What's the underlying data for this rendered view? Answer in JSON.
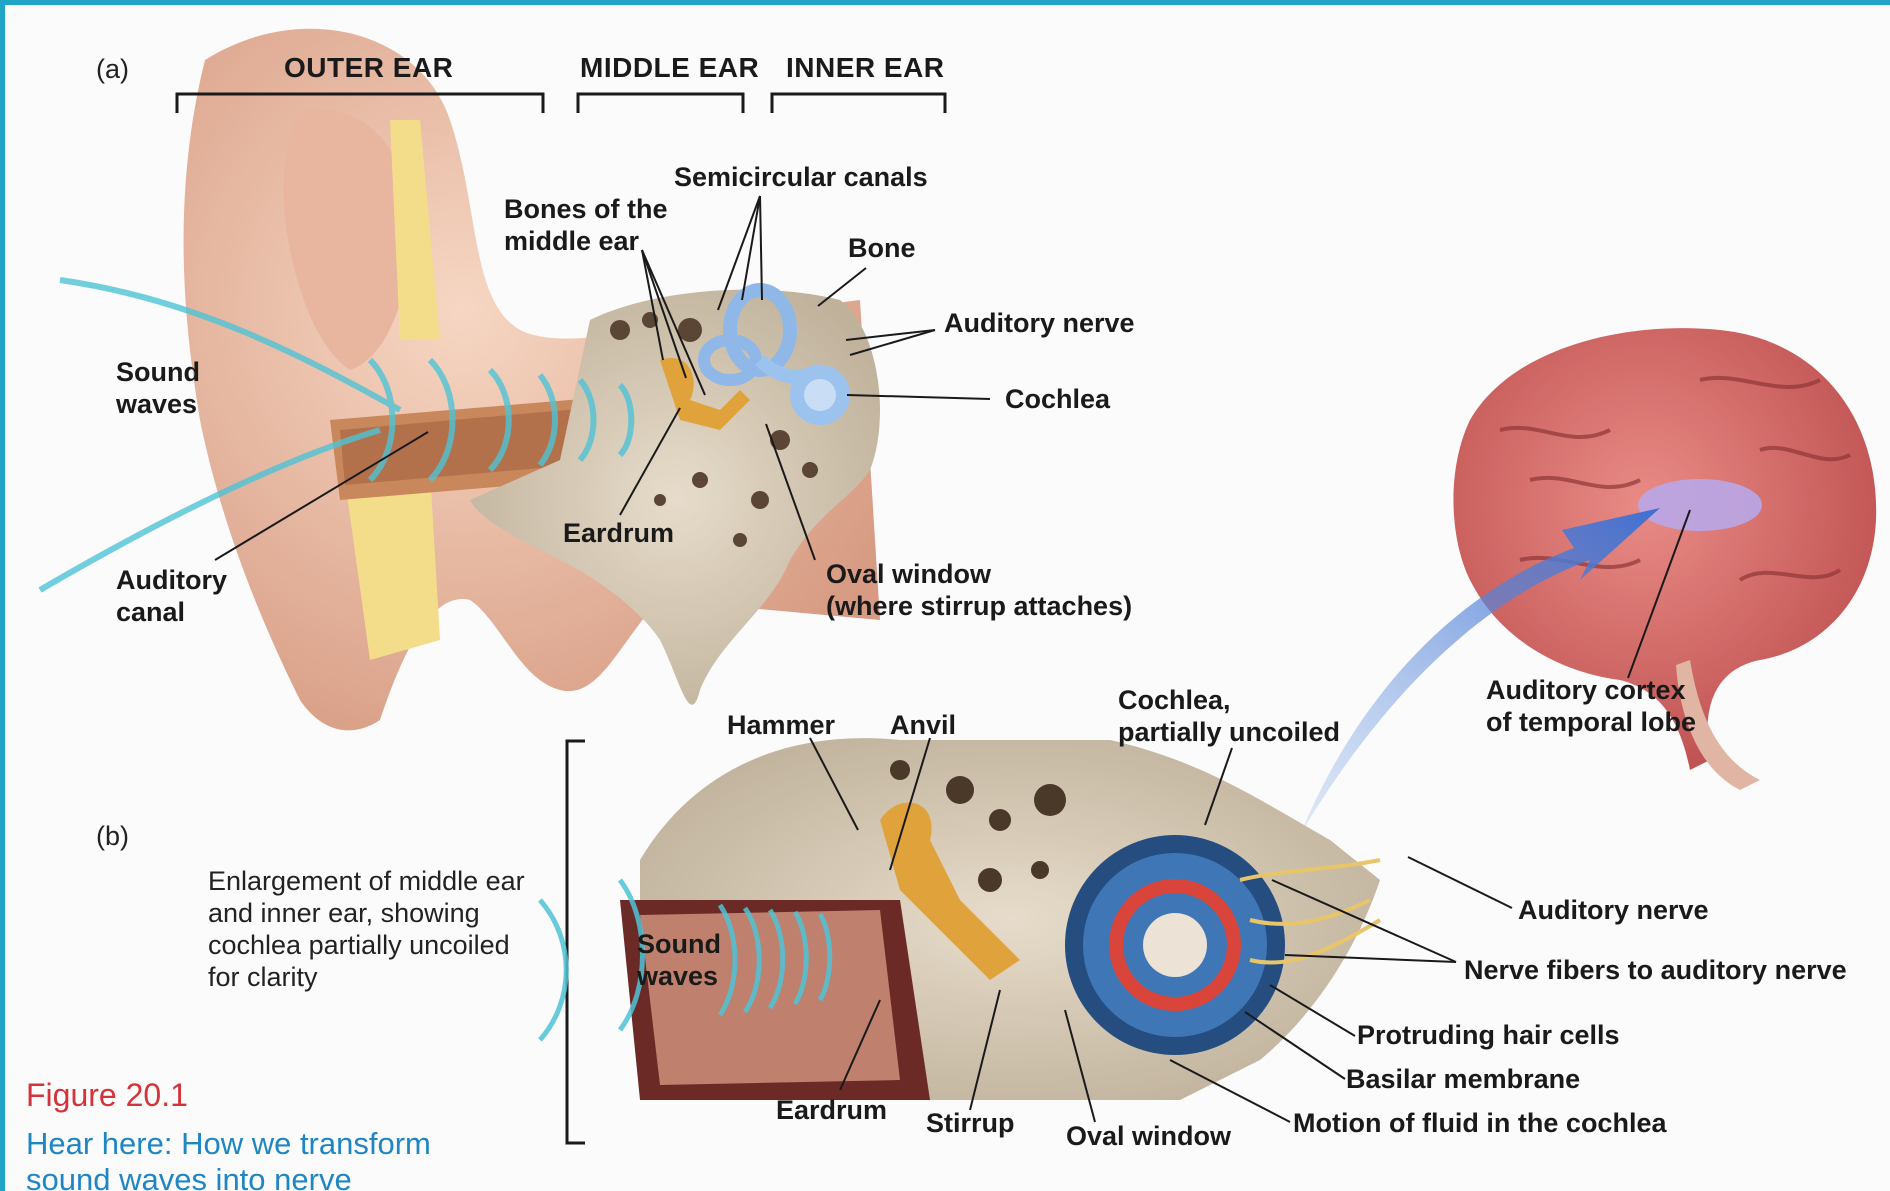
{
  "part_a": "(a)",
  "part_b": "(b)",
  "regions": {
    "outer": "OUTER EAR",
    "middle": "MIDDLE EAR",
    "inner": "INNER EAR"
  },
  "labels_a": {
    "semicircular": "Semicircular canals",
    "bones_1": "Bones of the",
    "bones_2": "middle ear",
    "bone": "Bone",
    "auditory_nerve": "Auditory nerve",
    "cochlea": "Cochlea",
    "sound_1": "Sound",
    "sound_2": "waves",
    "eardrum": "Eardrum",
    "oval_1": "Oval window",
    "oval_2": "(where stirrup attaches)",
    "canal_1": "Auditory",
    "canal_2": "canal"
  },
  "labels_brain": {
    "cortex_1": "Auditory cortex",
    "cortex_2": "of temporal lobe"
  },
  "labels_b": {
    "hammer": "Hammer",
    "anvil": "Anvil",
    "cochlea_1": "Cochlea,",
    "cochlea_2": "partially uncoiled",
    "sound_1": "Sound",
    "sound_2": "waves",
    "auditory_nerve": "Auditory nerve",
    "nerve_fibers": "Nerve fibers to auditory nerve",
    "hair_cells": "Protruding hair cells",
    "basilar": "Basilar membrane",
    "fluid": "Motion of fluid in the cochlea",
    "eardrum": "Eardrum",
    "stirrup": "Stirrup",
    "oval": "Oval window"
  },
  "enlargement": {
    "l1": "Enlargement of middle ear",
    "l2": "and inner ear, showing",
    "l3": "cochlea partially uncoiled",
    "l4": "for clarity"
  },
  "figure": {
    "number": "Figure 20.1",
    "caption": "Hear here: How we transform sound waves into nerve"
  },
  "colors": {
    "accent_frame": "#1fa6c6",
    "figure_number": "#d3343a",
    "caption": "#1f86c4"
  }
}
